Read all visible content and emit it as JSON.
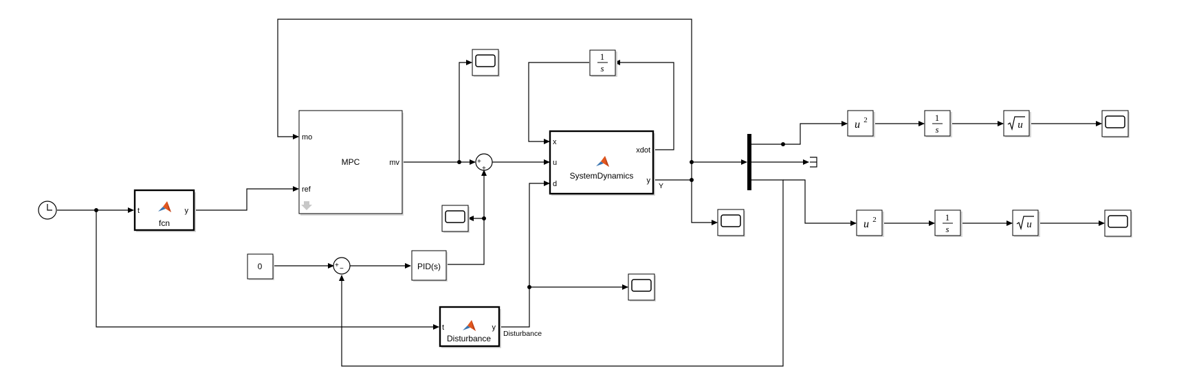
{
  "blocks": {
    "mpc": {
      "title": "MPC",
      "in_mo": "mo",
      "in_ref": "ref",
      "out_mv": "mv"
    },
    "fcn": {
      "title": "fcn",
      "in_t": "t",
      "out_y": "y"
    },
    "sysdyn": {
      "title": "SystemDynamics",
      "in_x": "x",
      "in_u": "u",
      "in_d": "d",
      "out_xdot": "xdot",
      "out_y": "y"
    },
    "disturbance": {
      "title": "Disturbance",
      "in_t": "t",
      "out_y": "y"
    },
    "integrator_top": {
      "num": "1",
      "den": "s"
    },
    "integrator_1": {
      "num": "1",
      "den": "s"
    },
    "integrator_2": {
      "num": "1",
      "den": "s"
    },
    "constant": {
      "value": "0"
    },
    "pid": {
      "label": "PID(s)"
    },
    "square_1": {
      "base": "u",
      "exp": "2"
    },
    "square_2": {
      "base": "u",
      "exp": "2"
    },
    "sqrt_1": {
      "arg": "u"
    },
    "sqrt_2": {
      "arg": "u"
    },
    "sum_mv": {
      "s1": "+",
      "s2": "+"
    },
    "sum_err": {
      "s1": "+",
      "s2": "−"
    }
  },
  "signals": {
    "y_out": "Y",
    "disturbance": "Disturbance"
  },
  "colors": {
    "line": "#000000",
    "block_fill": "#ffffff",
    "matlab_orange": "#e2571e",
    "matlab_blue": "#3a75b0"
  }
}
